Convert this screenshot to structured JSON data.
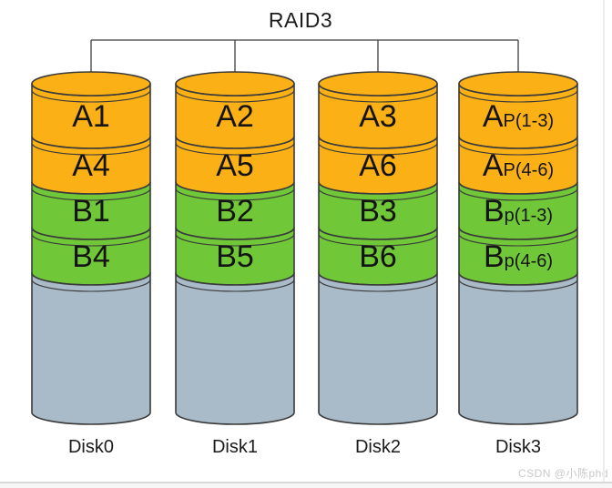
{
  "title": "RAID3",
  "watermark": "CSDN @小陈phd",
  "colors": {
    "orange": "#FBB116",
    "green": "#70C838",
    "gray": "#A9BAC8",
    "stroke": "#3A3A3A",
    "connector": "#3F3F3F",
    "text": "#141414"
  },
  "disks": [
    {
      "name": "Disk0",
      "segments": [
        {
          "label": "A1",
          "color": "orange"
        },
        {
          "label": "A4",
          "color": "orange"
        },
        {
          "label": "B1",
          "color": "green"
        },
        {
          "label": "B4",
          "color": "green"
        }
      ]
    },
    {
      "name": "Disk1",
      "segments": [
        {
          "label": "A2",
          "color": "orange"
        },
        {
          "label": "A5",
          "color": "orange"
        },
        {
          "label": "B2",
          "color": "green"
        },
        {
          "label": "B5",
          "color": "green"
        }
      ]
    },
    {
      "name": "Disk2",
      "segments": [
        {
          "label": "A3",
          "color": "orange"
        },
        {
          "label": "A6",
          "color": "orange"
        },
        {
          "label": "B3",
          "color": "green"
        },
        {
          "label": "B6",
          "color": "green"
        }
      ]
    },
    {
      "name": "Disk3",
      "segments": [
        {
          "label": "A",
          "sub": "P(1-3)",
          "color": "orange"
        },
        {
          "label": "A",
          "sub": "P(4-6)",
          "color": "orange"
        },
        {
          "label": "B",
          "sub": "p(1-3)",
          "color": "green"
        },
        {
          "label": "B",
          "sub": "p(4-6)",
          "color": "green"
        }
      ]
    }
  ]
}
